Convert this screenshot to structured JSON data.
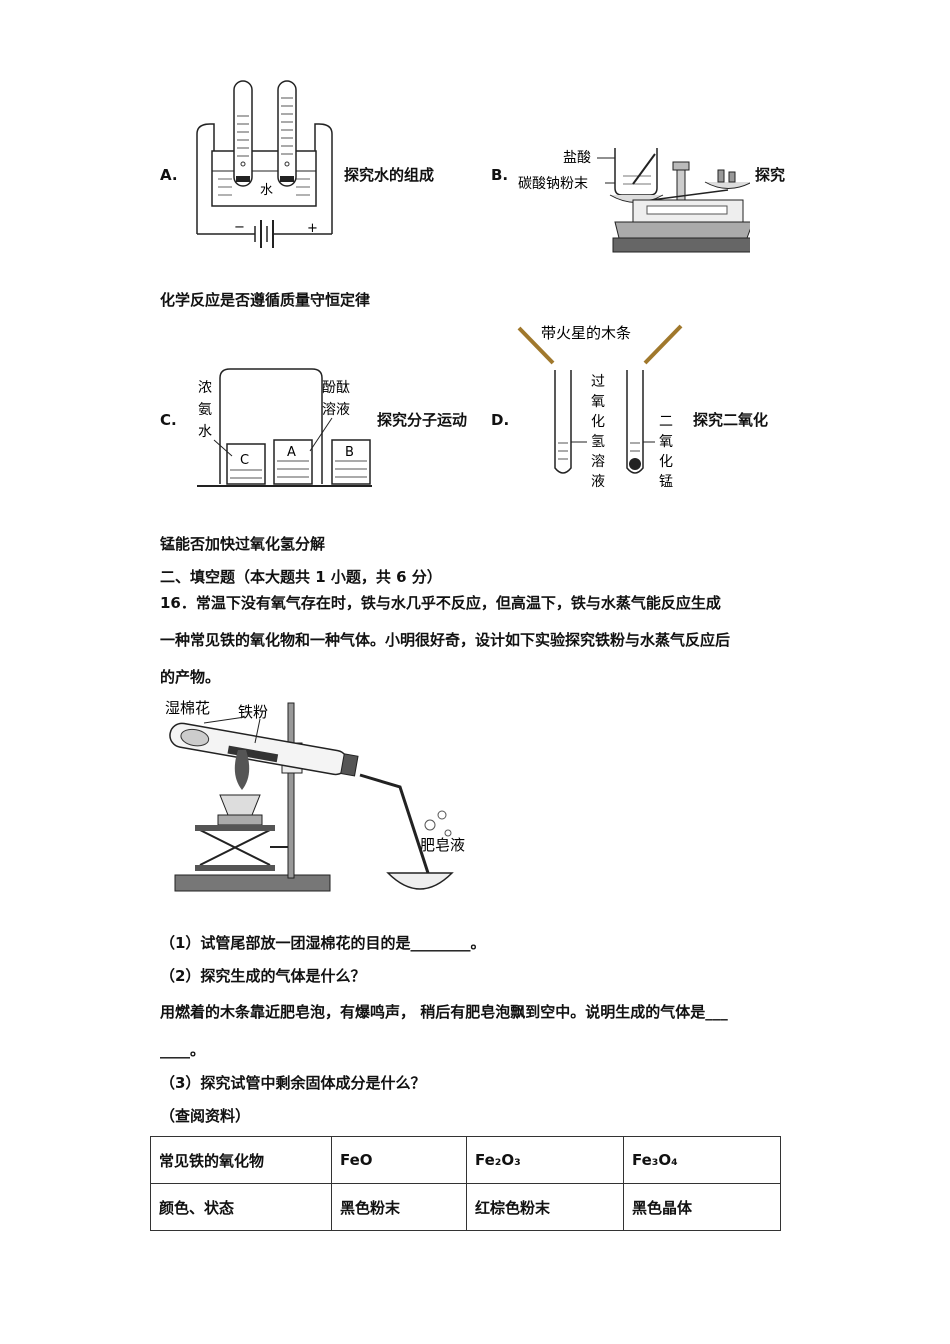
{
  "options": {
    "A": {
      "letter": "A.",
      "text": "探究水的组成",
      "water_label": "水",
      "minus": "−",
      "plus": "+"
    },
    "B": {
      "letter": "B.",
      "text": "探究",
      "label_acid": "盐酸",
      "label_powder": "碳酸钠粉末",
      "continuation": "化学反应是否遵循质量守恒定律"
    },
    "C": {
      "letter": "C.",
      "text": "探究分子运动",
      "label_ammonia": [
        "浓",
        "氨",
        "水"
      ],
      "label_phenol": [
        "酚酞",
        "溶液"
      ],
      "beaker_c": "C",
      "beaker_a": "A",
      "beaker_b": "B"
    },
    "D": {
      "letter": "D.",
      "text": "探究二氧化",
      "label_splint": "带火星的木条",
      "label_h2o2": [
        "过",
        "氧",
        "化",
        "氢",
        "溶",
        "液"
      ],
      "label_mno2": [
        "二",
        "氧",
        "化",
        "锰"
      ],
      "continuation": "锰能否加快过氧化氢分解"
    }
  },
  "section": {
    "heading": "二、填空题（本大题共 1 小题，共 6 分）"
  },
  "q16": {
    "line1": "16．常温下没有氧气存在时，铁与水几乎不反应，但高温下，铁与水蒸气能反应生成",
    "line2": "一种常见铁的氧化物和一种气体。小明很好奇，设计如下实验探究铁粉与水蒸气反应后",
    "line3": "的产物。",
    "fig_labels": {
      "cotton": "湿棉花",
      "iron": "铁粉",
      "soap": "肥皂液"
    },
    "sub1": "（1）试管尾部放一团湿棉花的目的是________。",
    "sub2": "（2）探究生成的气体是什么？",
    "sub2_text": "用燃着的木条靠近肥皂泡，有爆鸣声， 稍后有肥皂泡飘到空中。说明生成的气体是___",
    "sub2_blank": "____。",
    "sub3": "（3）探究试管中剩余固体成分是什么？",
    "lookup": "（查阅资料）"
  },
  "table": {
    "row1": [
      "常见铁的氧化物",
      "FeO",
      "Fe₂O₃",
      "Fe₃O₄"
    ],
    "row2": [
      "颜色、状态",
      "黑色粉末",
      "红棕色粉末",
      "黑色晶体"
    ]
  }
}
